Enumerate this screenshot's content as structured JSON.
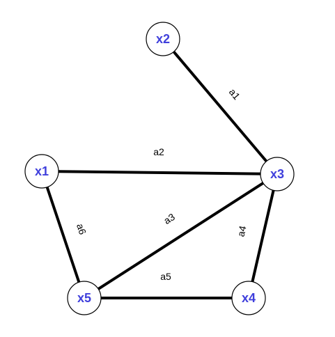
{
  "nodes": [
    {
      "id": "x1",
      "label": "x1"
    },
    {
      "id": "x2",
      "label": "x2"
    },
    {
      "id": "x3",
      "label": "x3"
    },
    {
      "id": "x4",
      "label": "x4"
    },
    {
      "id": "x5",
      "label": "x5"
    }
  ],
  "edges": [
    {
      "id": "a1",
      "label": "a1",
      "from": "x2",
      "to": "x3"
    },
    {
      "id": "a2",
      "label": "a2",
      "from": "x1",
      "to": "x3"
    },
    {
      "id": "a3",
      "label": "a3",
      "from": "x5",
      "to": "x3"
    },
    {
      "id": "a4",
      "label": "a4",
      "from": "x4",
      "to": "x3"
    },
    {
      "id": "a5",
      "label": "a5",
      "from": "x5",
      "to": "x4"
    },
    {
      "id": "a6",
      "label": "a6",
      "from": "x1",
      "to": "x5"
    }
  ],
  "colors": {
    "node_label": "#3f3fdc",
    "edge": "#000000",
    "node_fill": "#ffffff"
  }
}
